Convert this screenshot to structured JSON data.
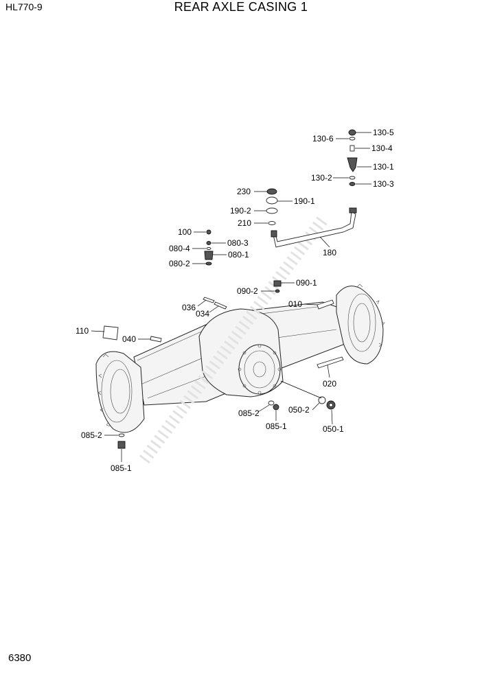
{
  "header": {
    "model": "HL770-9",
    "title": "REAR AXLE CASING 1"
  },
  "footer": {
    "page_number": "6380"
  },
  "callouts": [
    "130-5",
    "130-6",
    "130-4",
    "130-1",
    "130-2",
    "130-3",
    "230",
    "190-1",
    "190-2",
    "210",
    "180",
    "100",
    "080-3",
    "080-4",
    "080-1",
    "080-2",
    "090-1",
    "090-2",
    "036",
    "034",
    "010",
    "110",
    "040",
    "020",
    "085-2",
    "085-1",
    "050-2",
    "050-1",
    "085-2",
    "085-1"
  ]
}
